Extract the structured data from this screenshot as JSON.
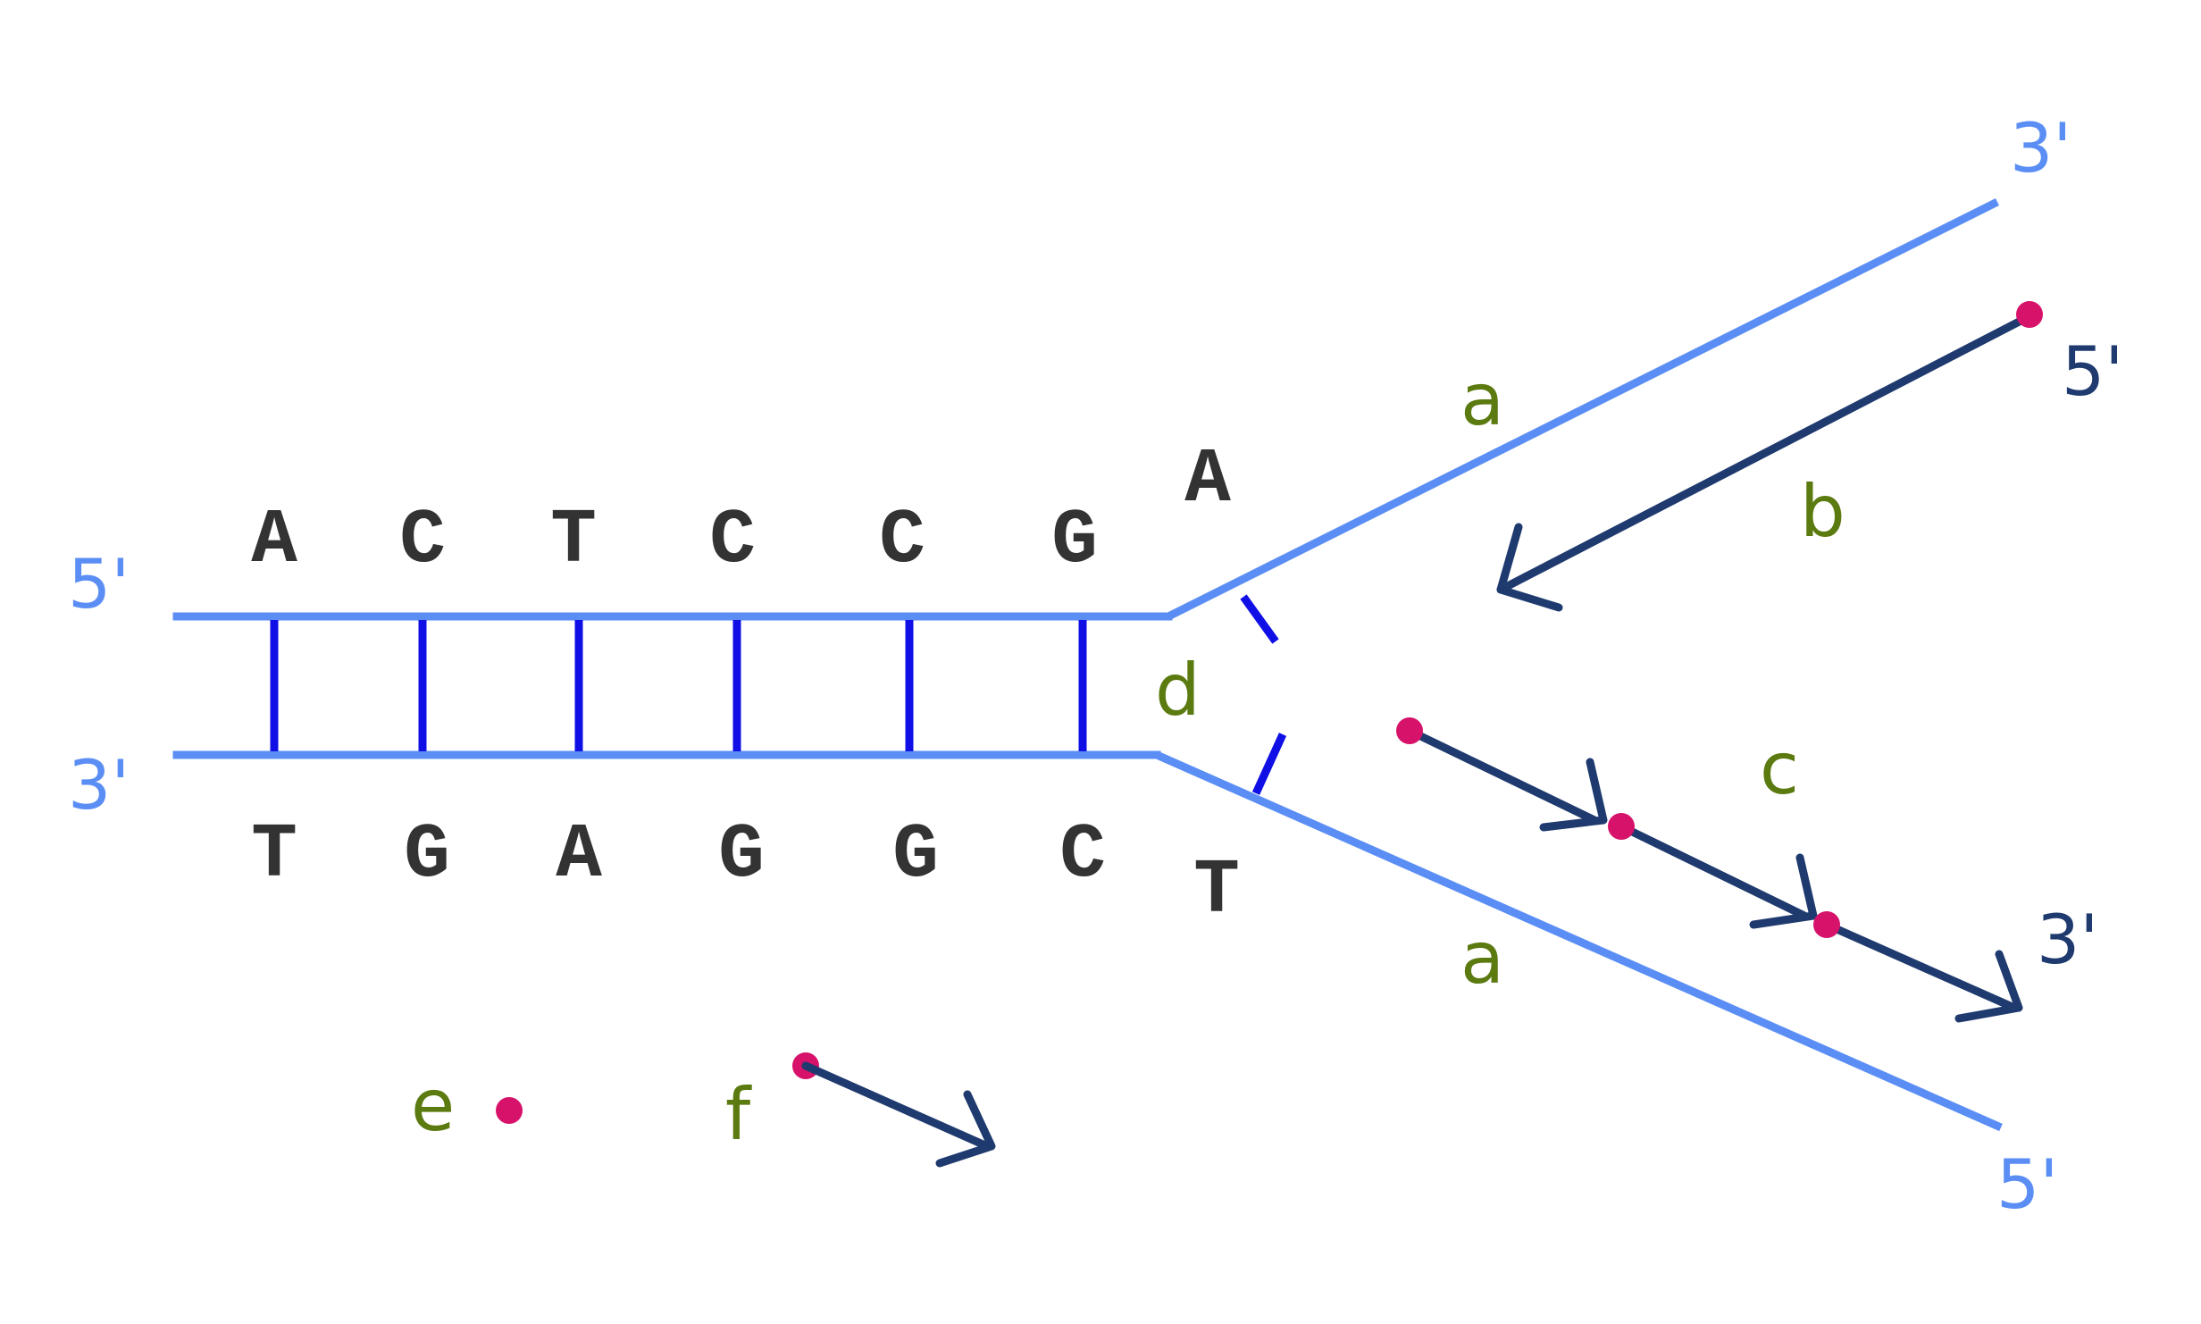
{
  "colors": {
    "template_strand": "#5b8ef5",
    "base_pair_bond": "#1010e6",
    "new_strand": "#1f3a6e",
    "primer_dot": "#d6126a",
    "label": "#5b7a10",
    "base_text": "#333333"
  },
  "strand_ends": {
    "top_left": "5'",
    "bottom_left": "3'",
    "upper_fork_end": "3'",
    "lower_fork_end": "5'",
    "lagging_start": "5'",
    "leading_end": "3'"
  },
  "top_bases": [
    "A",
    "C",
    "T",
    "C",
    "C",
    "G",
    "A"
  ],
  "bottom_bases": [
    "T",
    "G",
    "A",
    "G",
    "G",
    "C",
    "T"
  ],
  "part_labels": {
    "upper_strand": "a",
    "lower_strand": "a",
    "continuous_strand": "b",
    "fragments": "c",
    "fork": "d",
    "primer": "e",
    "fragment": "f"
  }
}
